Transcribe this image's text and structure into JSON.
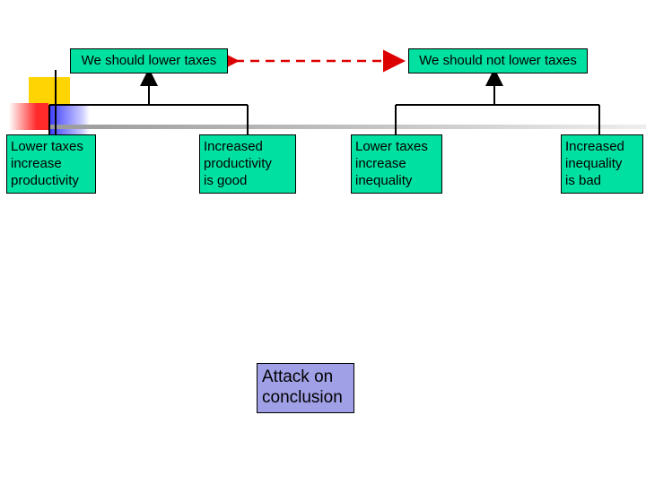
{
  "diagram": {
    "conclusions": [
      {
        "label": "We should lower taxes"
      },
      {
        "label": "We should not lower taxes"
      }
    ],
    "premises": [
      {
        "label": "Lower taxes\nincrease\nproductivity"
      },
      {
        "label": "Increased\nproductivity\nis good"
      },
      {
        "label": "Lower taxes\nincrease\ninequality"
      },
      {
        "label": "Increased\ninequality\nis bad"
      }
    ],
    "attack": {
      "label": "Attack on\nconclusion"
    }
  },
  "colors": {
    "node_fill": "#00e0a0",
    "attack_fill": "#a0a0e6",
    "conflict_arrow": "#dd0000",
    "decoration": [
      "#ffd400",
      "#ff2a2a",
      "#3a3aff"
    ]
  }
}
